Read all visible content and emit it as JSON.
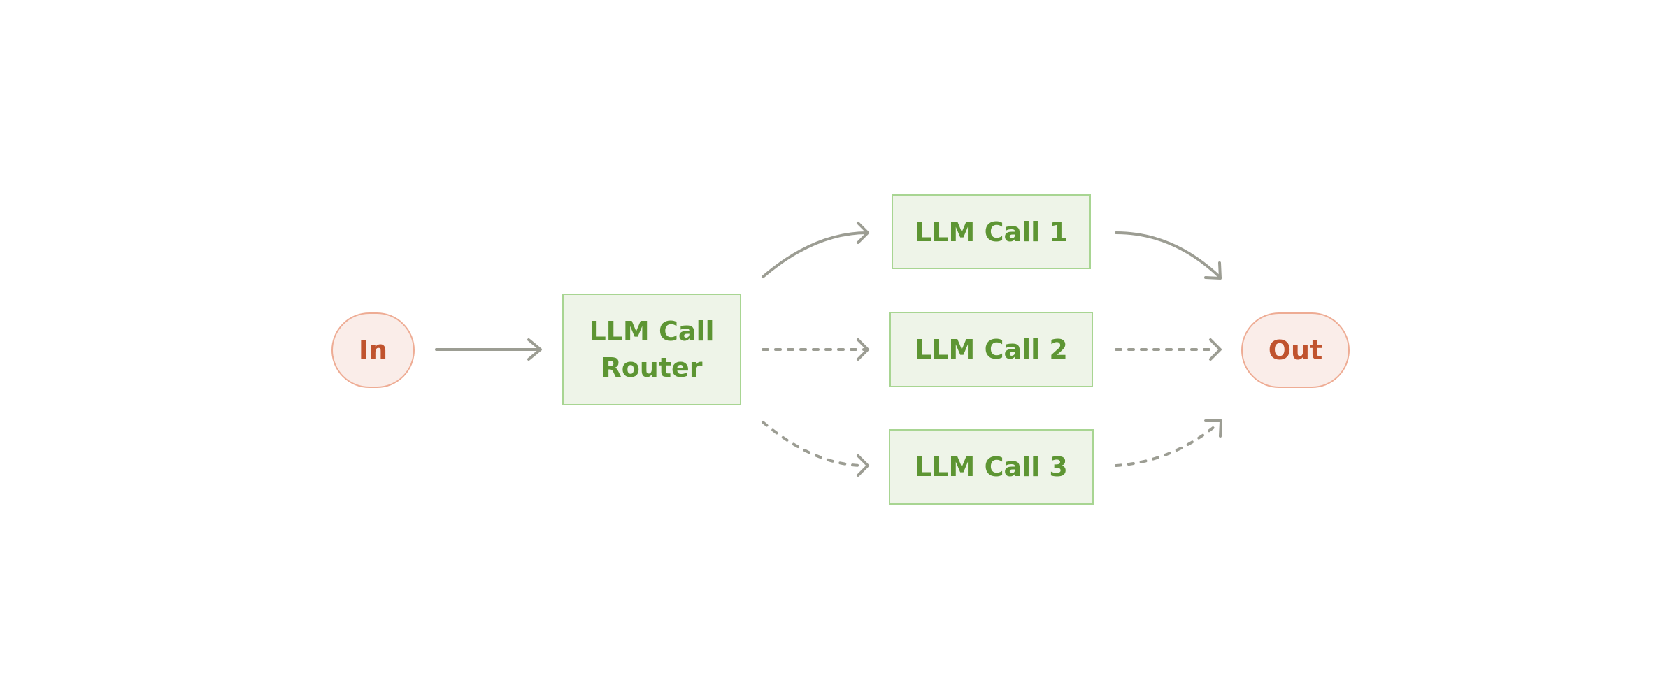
{
  "nodes": {
    "input": {
      "label": "In"
    },
    "router": {
      "label": "LLM Call\nRouter"
    },
    "call1": {
      "label": "LLM Call 1"
    },
    "call2": {
      "label": "LLM Call 2"
    },
    "call3": {
      "label": "LLM Call 3"
    },
    "output": {
      "label": "Out"
    }
  },
  "colors": {
    "terminal_fill": "#faede9",
    "terminal_border": "#eeac94",
    "terminal_text": "#c0532e",
    "llm_fill": "#eef4e8",
    "llm_border": "#a8d592",
    "llm_text": "#5d9533",
    "arrow": "#9c9d93"
  },
  "edges": [
    {
      "from": "input",
      "to": "router",
      "style": "solid"
    },
    {
      "from": "router",
      "to": "call1",
      "style": "solid"
    },
    {
      "from": "router",
      "to": "call2",
      "style": "dashed"
    },
    {
      "from": "router",
      "to": "call3",
      "style": "dashed"
    },
    {
      "from": "call1",
      "to": "output",
      "style": "solid"
    },
    {
      "from": "call2",
      "to": "output",
      "style": "dashed"
    },
    {
      "from": "call3",
      "to": "output",
      "style": "dashed"
    }
  ]
}
